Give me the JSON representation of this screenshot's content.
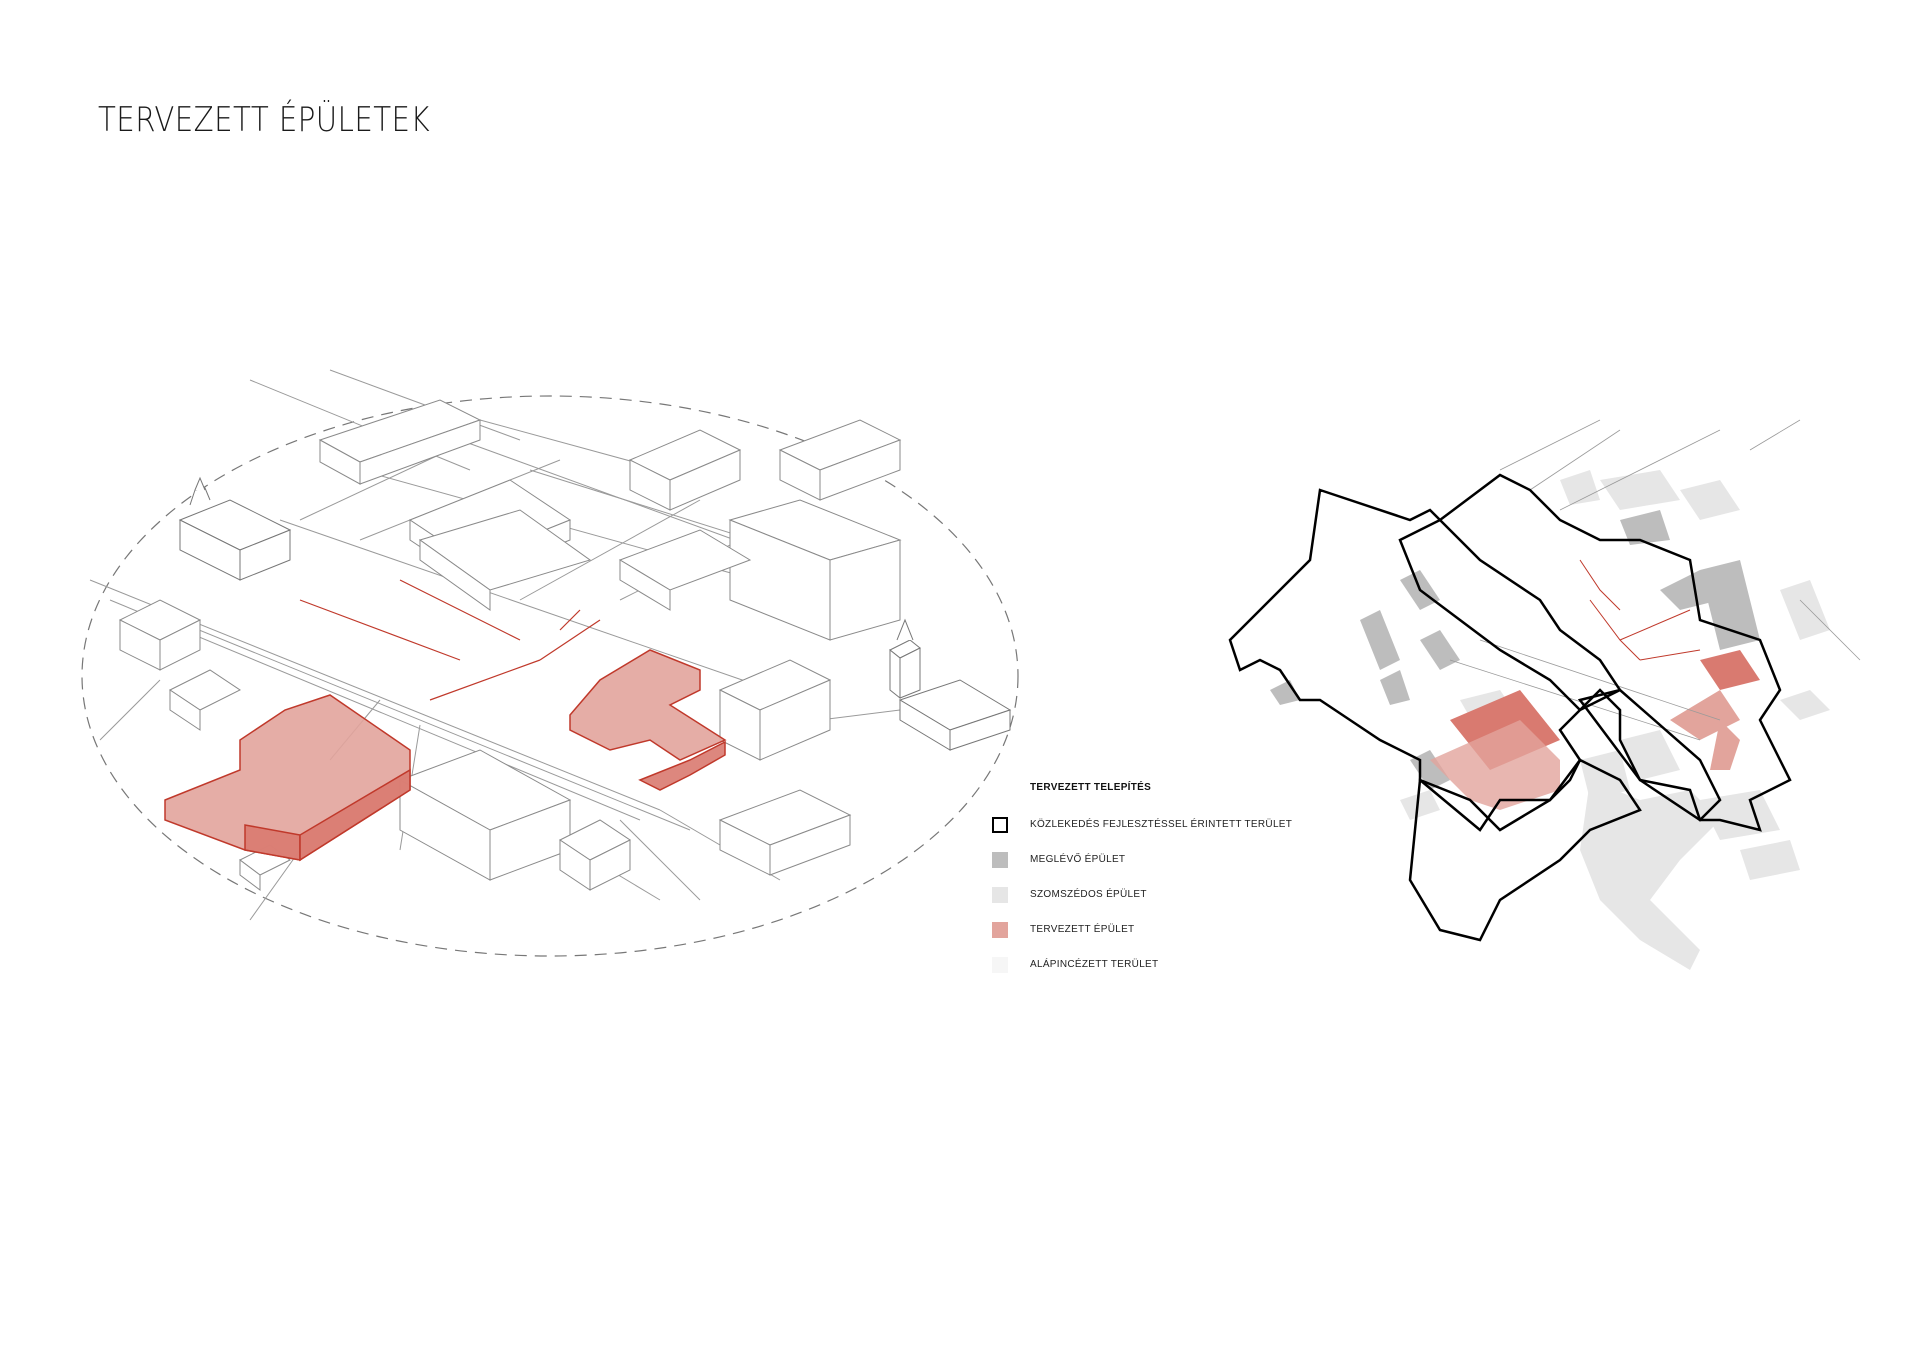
{
  "title": "TERVEZETT ÉPÜLETEK",
  "legend": {
    "title": "TERVEZETT TELEPÍTÉS",
    "items": [
      {
        "label": "KÖZLEKEDÉS FEJLESZTÉSSEL ÉRINTETT TERÜLET",
        "swatch": "outline",
        "color": "#000000"
      },
      {
        "label": "MEGLÉVŐ ÉPÜLET",
        "swatch": "fill",
        "color": "#bdbdbd"
      },
      {
        "label": "SZOMSZÉDOS ÉPÜLET",
        "swatch": "fill",
        "color": "#e6e6e6"
      },
      {
        "label": "TERVEZETT ÉPÜLET",
        "swatch": "fill",
        "color": "#e2a49c"
      },
      {
        "label": "ALÁPINCÉZETT TERÜLET",
        "swatch": "fill",
        "color": "#f6f6f6"
      }
    ]
  },
  "colors": {
    "planned": "#e2a49c",
    "planned_stroke": "#c0392b",
    "planned_dark": "#d97a70",
    "existing": "#bdbdbd",
    "neighbor": "#e6e6e6",
    "line": "#9a9a9a"
  }
}
